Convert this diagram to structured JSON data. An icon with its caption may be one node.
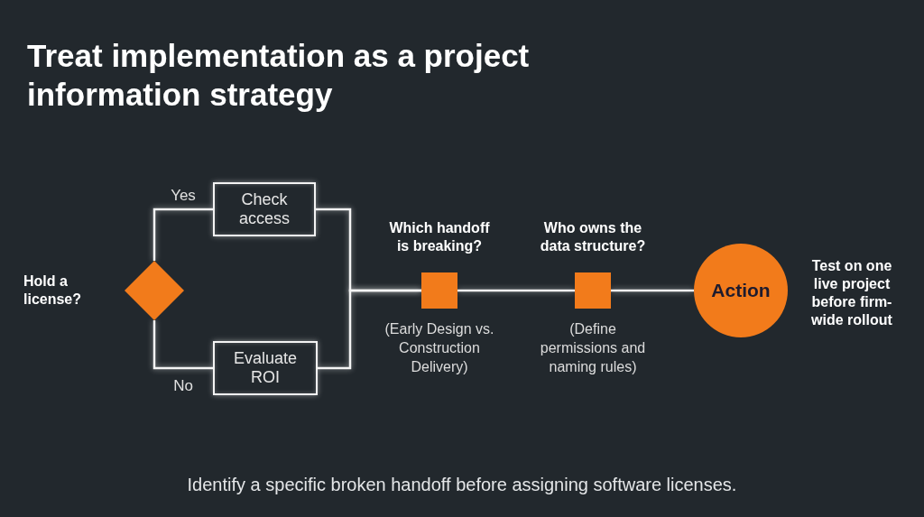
{
  "diagram": {
    "title": "Treat implementation as a project information strategy",
    "caption": "Identify a specific broken handoff before assigning software licenses.",
    "nodes": [
      {
        "text": [],
        "shape": "diamond",
        "beside": [
          "Hold a license?"
        ]
      },
      {
        "text": [
          "Check access"
        ]
      },
      {
        "text": [
          "Evaluate ROI"
        ]
      },
      {
        "text": [],
        "shape": "box",
        "beside": [
          "Which handoff is breaking?",
          "(Early Design vs. Construction Delivery)"
        ]
      },
      {
        "text": [],
        "shape": "box",
        "beside": [
          "Who owns the data structure?",
          "(Define permissions and naming rules)"
        ]
      },
      {
        "text": [
          "Action"
        ],
        "beside": [
          "Test on one live project before firm-wide rollout"
        ]
      }
    ],
    "edges": [
      {
        "from": 0,
        "to": 1,
        "arrow": "none",
        "label": "Yes"
      },
      {
        "from": 0,
        "to": 2,
        "arrow": "none",
        "label": "No"
      },
      {
        "from": 1,
        "to": 3,
        "arrow": "none"
      },
      {
        "from": 2,
        "to": 3,
        "arrow": "none"
      },
      {
        "from": 3,
        "to": 4,
        "arrow": "none"
      },
      {
        "from": 4,
        "to": 5,
        "arrow": "none"
      }
    ]
  }
}
